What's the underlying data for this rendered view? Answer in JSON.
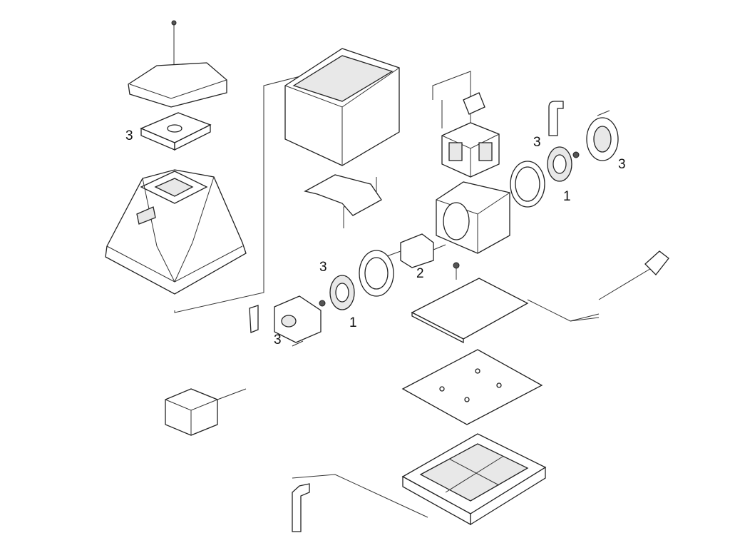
{
  "diagram": {
    "type": "exploded-parts-diagram",
    "callouts": [
      {
        "id": "left-pad",
        "label": "3"
      },
      {
        "id": "right-diaphragm-top",
        "label": "3"
      },
      {
        "id": "right-chamber-cover",
        "label": "3"
      },
      {
        "id": "right-diaphragm",
        "label": "1"
      },
      {
        "id": "left-diaphragm-top",
        "label": "3"
      },
      {
        "id": "magnet-assembly",
        "label": "2"
      },
      {
        "id": "left-diaphragm",
        "label": "1"
      },
      {
        "id": "left-chamber-cover",
        "label": "3"
      }
    ]
  }
}
